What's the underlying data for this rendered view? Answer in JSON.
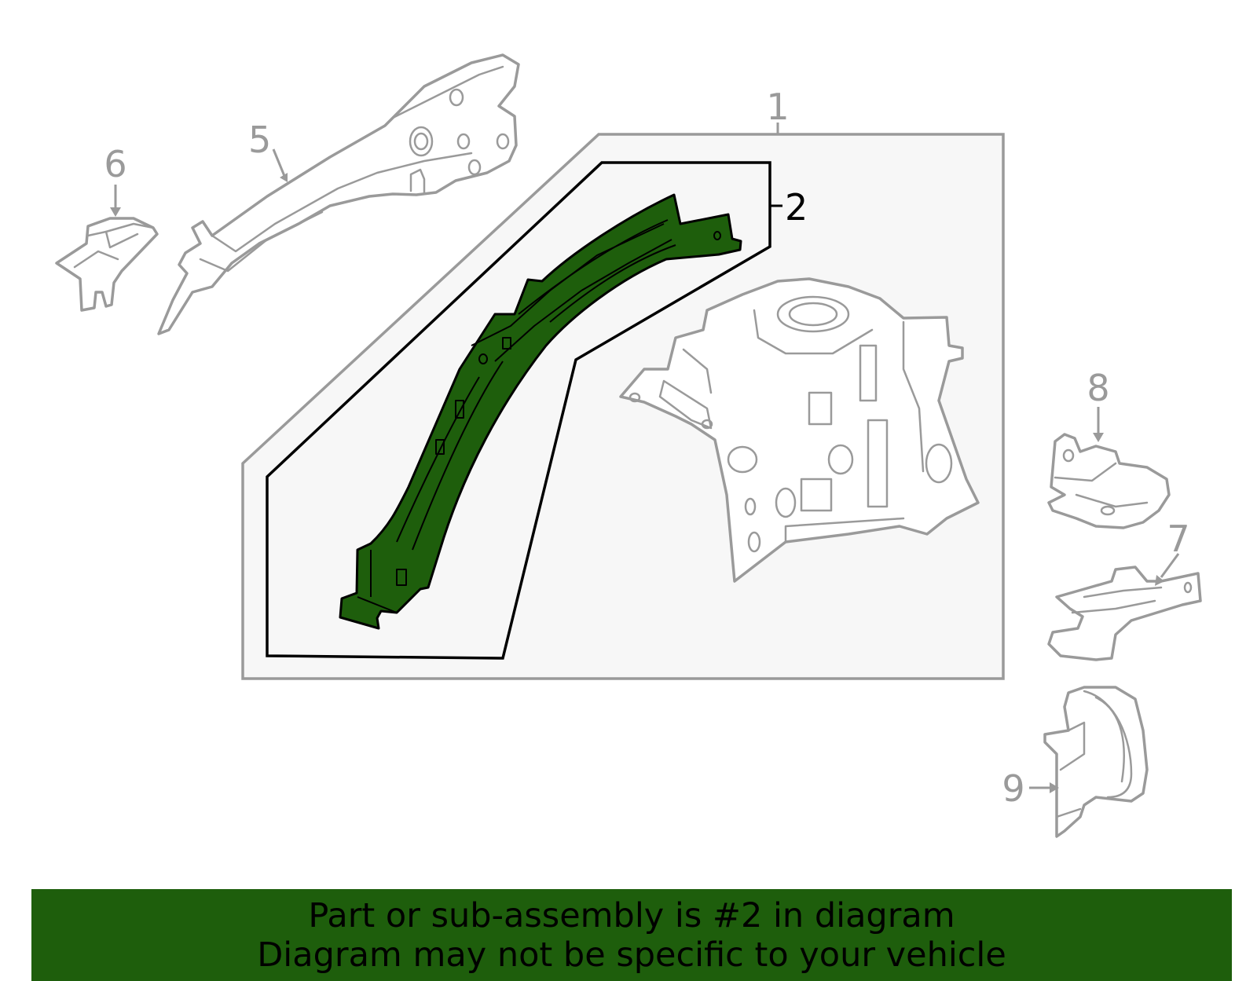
{
  "callouts": {
    "c1": "1",
    "c2": "2",
    "c5": "5",
    "c6": "6",
    "c7": "7",
    "c8": "8",
    "c9": "9"
  },
  "banner": {
    "line1": "Part or sub-assembly is #2 in diagram",
    "line2": "Diagram may not be specific to your vehicle"
  },
  "colors": {
    "highlight": "#1e5e0c",
    "part_outline": "#9a9a9a",
    "assembly_box_fill": "#f7f7f7"
  }
}
